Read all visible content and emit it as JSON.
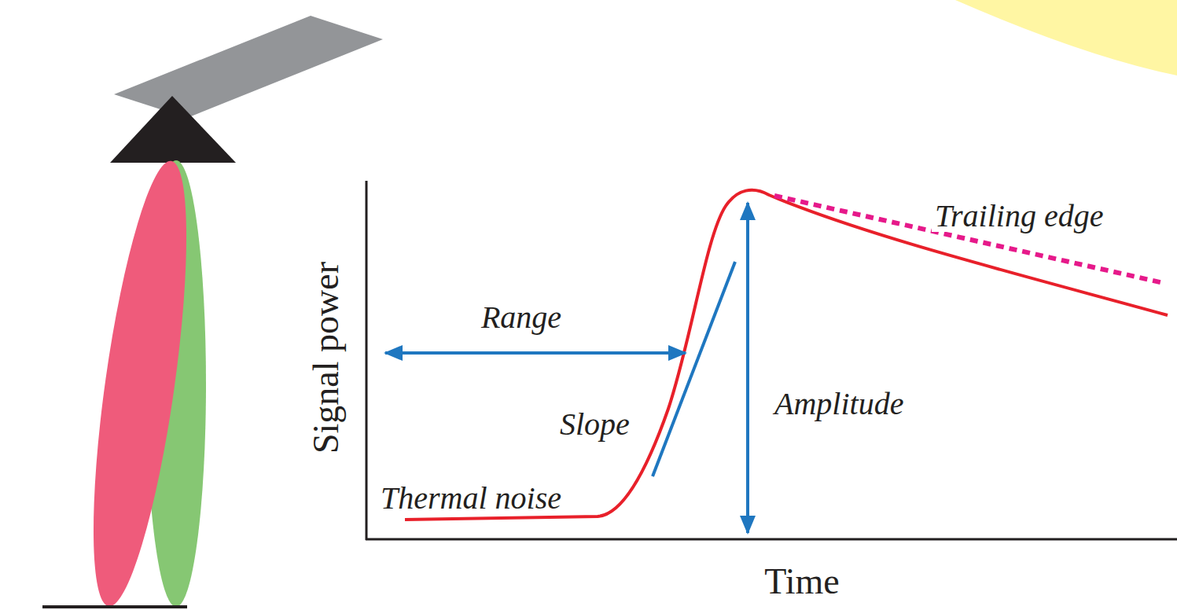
{
  "diagram": {
    "labels": [
      "Signal power",
      "Time",
      "Range",
      "Slope",
      "Amplitude",
      "Thermal noise",
      "Trailing edge"
    ]
  }
}
